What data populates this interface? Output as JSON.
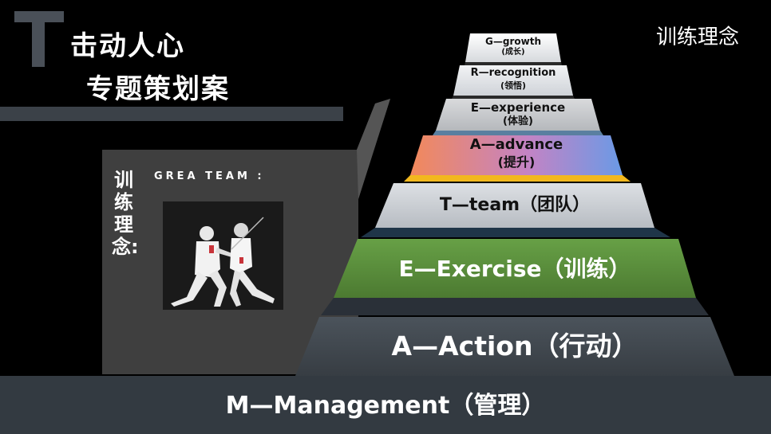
{
  "header": {
    "big_letter": "T",
    "title_line1": "击动人心",
    "title_line2": "专题策划案"
  },
  "top_right": {
    "title": "训练理念"
  },
  "callout": {
    "vertical_label": [
      "训",
      "练",
      "理",
      "念:"
    ],
    "subtitle": "GREA TEAM :"
  },
  "pyramid": {
    "layers": [
      {
        "main": "G—growth",
        "sub": "(成长)"
      },
      {
        "main": "R—recognition",
        "sub": "(领悟)"
      },
      {
        "main": "E—experience",
        "sub": "(体验)"
      },
      {
        "main": "A—advance",
        "sub": "(提升)"
      },
      {
        "main": "T—team（团队）"
      },
      {
        "main": "E—Exercise（训练）"
      },
      {
        "main": "A—Action（行动）"
      }
    ]
  },
  "footer": {
    "text": "M—Management（管理）"
  },
  "colors": {
    "background": "#000000",
    "bar": "#3b4148",
    "green_layer": "#5b8a3c",
    "advance_gradient": [
      "#f2895a",
      "#c483c4",
      "#6a9ae6"
    ],
    "advance_band": "#f2b81e"
  }
}
